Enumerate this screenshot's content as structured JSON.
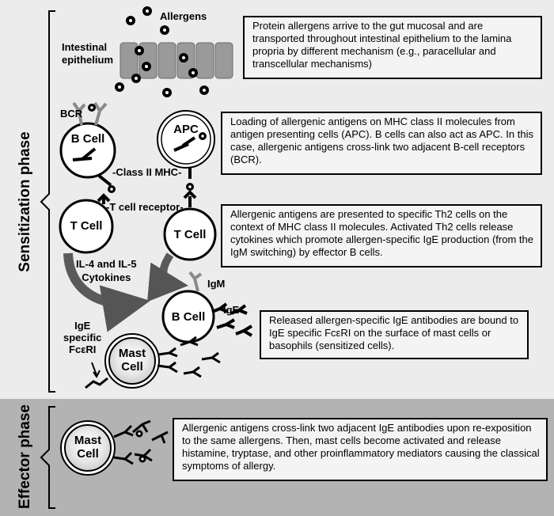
{
  "phases": {
    "sensitization": "Sensitization phase",
    "effector": "Effector phase"
  },
  "labels": {
    "allergens": "Allergens",
    "intestinal_epithelium": "Intestinal\nepithelium",
    "bcr": "BCR",
    "b_cell": "B Cell",
    "apc": "APC",
    "class_ii_mhc": "-Class II MHC-",
    "t_cell_receptor": "-T cell receptor-",
    "t_cell_left": "T Cell",
    "t_cell_right": "T Cell",
    "cytokines": "IL-4 and IL-5\nCytokines",
    "igm": "IgM",
    "b_cell_lower": "B Cell",
    "ige": "IgE",
    "ige_fceri": "IgE\nspecific\nFcεRI",
    "mast_cell": "Mast\nCell",
    "mast_cell_effector": "Mast\nCell"
  },
  "notes": [
    "Protein allergens arrive to the gut mucosal and are transported throughout intestinal epithelium to the lamina propria by different mechanism (e.g., paracellular and transcellular mechanisms)",
    "Loading of allergenic antigens on MHC class II molecules from antigen presenting cells (APC). B cells can also act as APC. In this case, allergenic antigens cross-link two adjacent B-cell receptors (BCR).",
    "Allergenic antigens are presented to specific Th2 cells on the context of MHC class II molecules. Activated Th2 cells release cytokines which promote allergen-specific IgE production (from the IgM switching) by effector B cells.",
    "Released allergen-specific IgE antibodies are bound to IgE specific FcεRI on the surface of mast cells or basophils (sensitized cells).",
    "Allergenic antigens cross-link two adjacent IgE antibodies upon re-exposition to the same allergens. Then, mast cells become activated and release histamine, tryptase, and other proinflammatory mediators causing the classical symptoms of allergy."
  ],
  "colors": {
    "sensitization_bg": "#ececec",
    "effector_bg": "#b3b3b3",
    "epithelium": "#9a9a9a",
    "receptor_gray": "#8a8a8a"
  }
}
